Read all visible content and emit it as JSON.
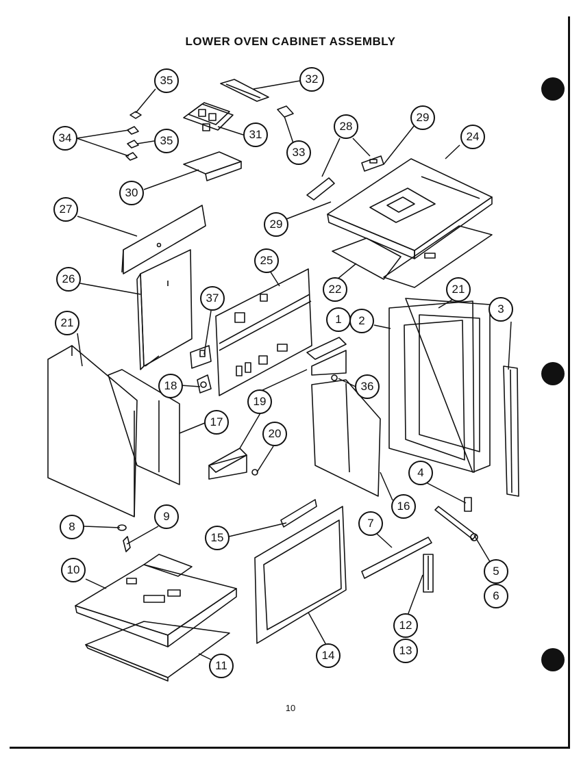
{
  "title": "LOWER OVEN CABINET ASSEMBLY",
  "page_number": "10",
  "callouts": [
    {
      "id": "c35a",
      "label": "35"
    },
    {
      "id": "c32",
      "label": "32"
    },
    {
      "id": "c34",
      "label": "34"
    },
    {
      "id": "c35b",
      "label": "35"
    },
    {
      "id": "c31",
      "label": "31"
    },
    {
      "id": "c33",
      "label": "33"
    },
    {
      "id": "c28",
      "label": "28"
    },
    {
      "id": "c29a",
      "label": "29"
    },
    {
      "id": "c24",
      "label": "24"
    },
    {
      "id": "c30",
      "label": "30"
    },
    {
      "id": "c27",
      "label": "27"
    },
    {
      "id": "c29b",
      "label": "29"
    },
    {
      "id": "c25",
      "label": "25"
    },
    {
      "id": "c26",
      "label": "26"
    },
    {
      "id": "c37",
      "label": "37"
    },
    {
      "id": "c22",
      "label": "22"
    },
    {
      "id": "c21b",
      "label": "21"
    },
    {
      "id": "c21a",
      "label": "21"
    },
    {
      "id": "c1",
      "label": "1"
    },
    {
      "id": "c2",
      "label": "2"
    },
    {
      "id": "c3",
      "label": "3"
    },
    {
      "id": "c18",
      "label": "18"
    },
    {
      "id": "c36",
      "label": "36"
    },
    {
      "id": "c19",
      "label": "19"
    },
    {
      "id": "c17",
      "label": "17"
    },
    {
      "id": "c20",
      "label": "20"
    },
    {
      "id": "c4",
      "label": "4"
    },
    {
      "id": "c16",
      "label": "16"
    },
    {
      "id": "c8",
      "label": "8"
    },
    {
      "id": "c9",
      "label": "9"
    },
    {
      "id": "c7",
      "label": "7"
    },
    {
      "id": "c15",
      "label": "15"
    },
    {
      "id": "c5",
      "label": "5"
    },
    {
      "id": "c6",
      "label": "6"
    },
    {
      "id": "c10",
      "label": "10"
    },
    {
      "id": "c12",
      "label": "12"
    },
    {
      "id": "c13",
      "label": "13"
    },
    {
      "id": "c14",
      "label": "14"
    },
    {
      "id": "c11",
      "label": "11"
    }
  ]
}
